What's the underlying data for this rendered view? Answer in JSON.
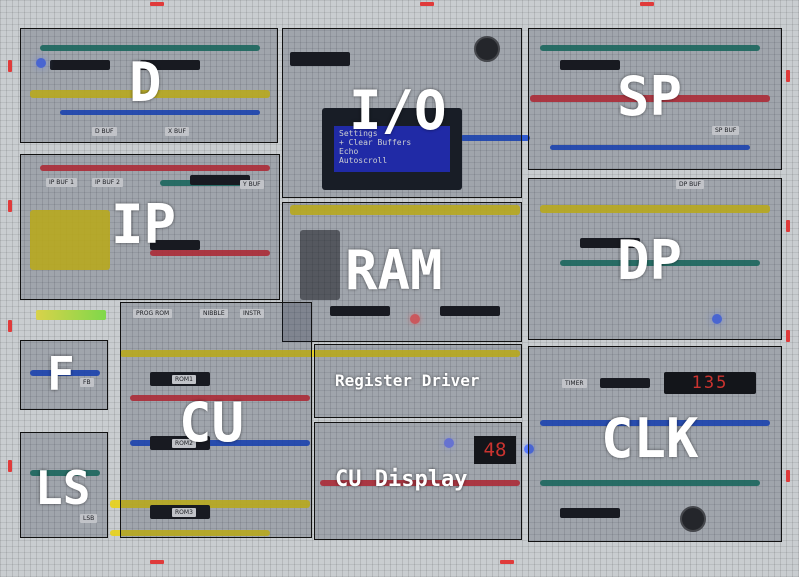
{
  "regions": [
    {
      "key": "d",
      "label": "D"
    },
    {
      "key": "io",
      "label": "I/O"
    },
    {
      "key": "sp",
      "label": "SP"
    },
    {
      "key": "ip",
      "label": "IP"
    },
    {
      "key": "ram",
      "label": "RAM"
    },
    {
      "key": "dp",
      "label": "DP"
    },
    {
      "key": "f",
      "label": "F"
    },
    {
      "key": "cu",
      "label": "CU"
    },
    {
      "key": "register_driver",
      "label": "Register Driver"
    },
    {
      "key": "clk",
      "label": "CLK"
    },
    {
      "key": "ls",
      "label": "LS"
    },
    {
      "key": "cu_display",
      "label": "CU Display"
    }
  ],
  "lcd": {
    "lines": [
      "Settings",
      "+ Clear Buffers",
      "  Echo",
      "  Autoscroll"
    ]
  },
  "clock_display": "135",
  "cu_display_value": "48",
  "board_labels": [
    "D BUF",
    "X BUF",
    "IP BUF 1",
    "IP BUF 2",
    "Y BUF",
    "SP BUF",
    "DP BUF",
    "PROG ROM",
    "TIMER",
    "ROM1",
    "ROM2",
    "ROM3",
    "INSTR",
    "NIBBLE",
    "FB",
    "LSB"
  ],
  "colors": {
    "overlay_text": "#ffffff",
    "lcd_background": "#2630c8",
    "seven_segment": "#ff3b30",
    "wire_yellow": "#e8d21a",
    "wire_blue": "#1f4fd1",
    "wire_red": "#d8323a",
    "wire_green": "#1f7d6a"
  }
}
